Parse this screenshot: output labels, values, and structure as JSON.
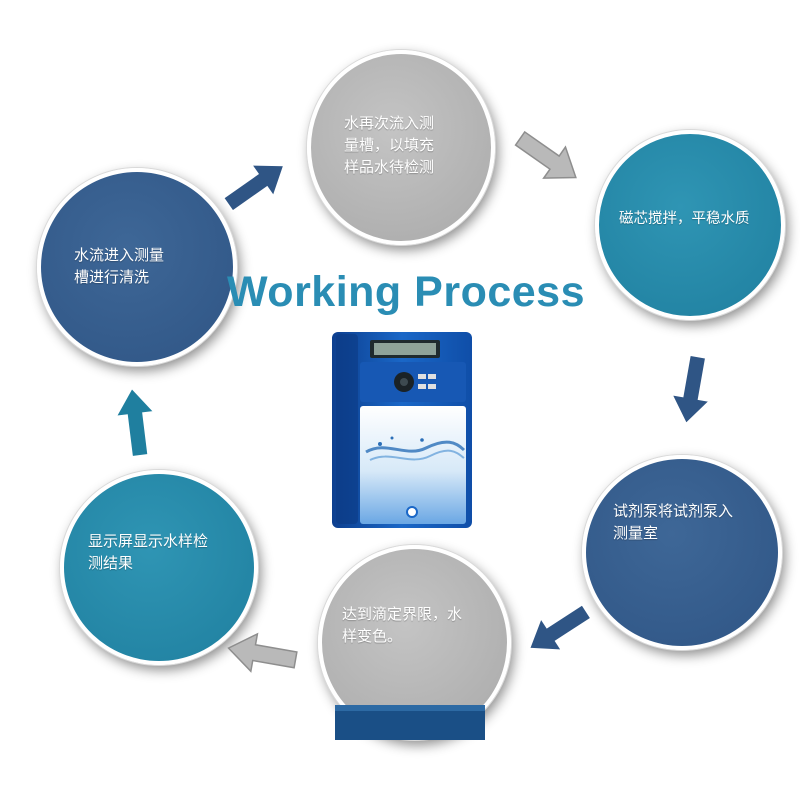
{
  "title": "Working Process",
  "steps": [
    {
      "text_lines": [
        "水再次流入测",
        "量槽，以填充",
        "样品水待检测"
      ],
      "color": "#a9a9a9"
    },
    {
      "text_lines": [
        "磁芯搅拌，平稳水质"
      ],
      "color": "#1f7f9f"
    },
    {
      "text_lines": [
        "试剂泵将试剂泵入",
        "测量室"
      ],
      "color": "#2f5585"
    },
    {
      "text_lines": [
        "达到滴定界限，水",
        "样变色。"
      ],
      "color": "#a9a9a9"
    },
    {
      "text_lines": [
        "显示屏显示水样检",
        "测结果"
      ],
      "color": "#1f7f9f"
    },
    {
      "text_lines": [
        "水流进入测量",
        "槽进行清洗"
      ],
      "color": "#2f5585"
    }
  ],
  "icons": {
    "arrow": "arrow-icon",
    "device": "water-analyzer-icon"
  },
  "colors": {
    "navy": "#2f5585",
    "teal": "#1f7f9f",
    "gray": "#a9a9a9",
    "title": "#2a8db4"
  }
}
